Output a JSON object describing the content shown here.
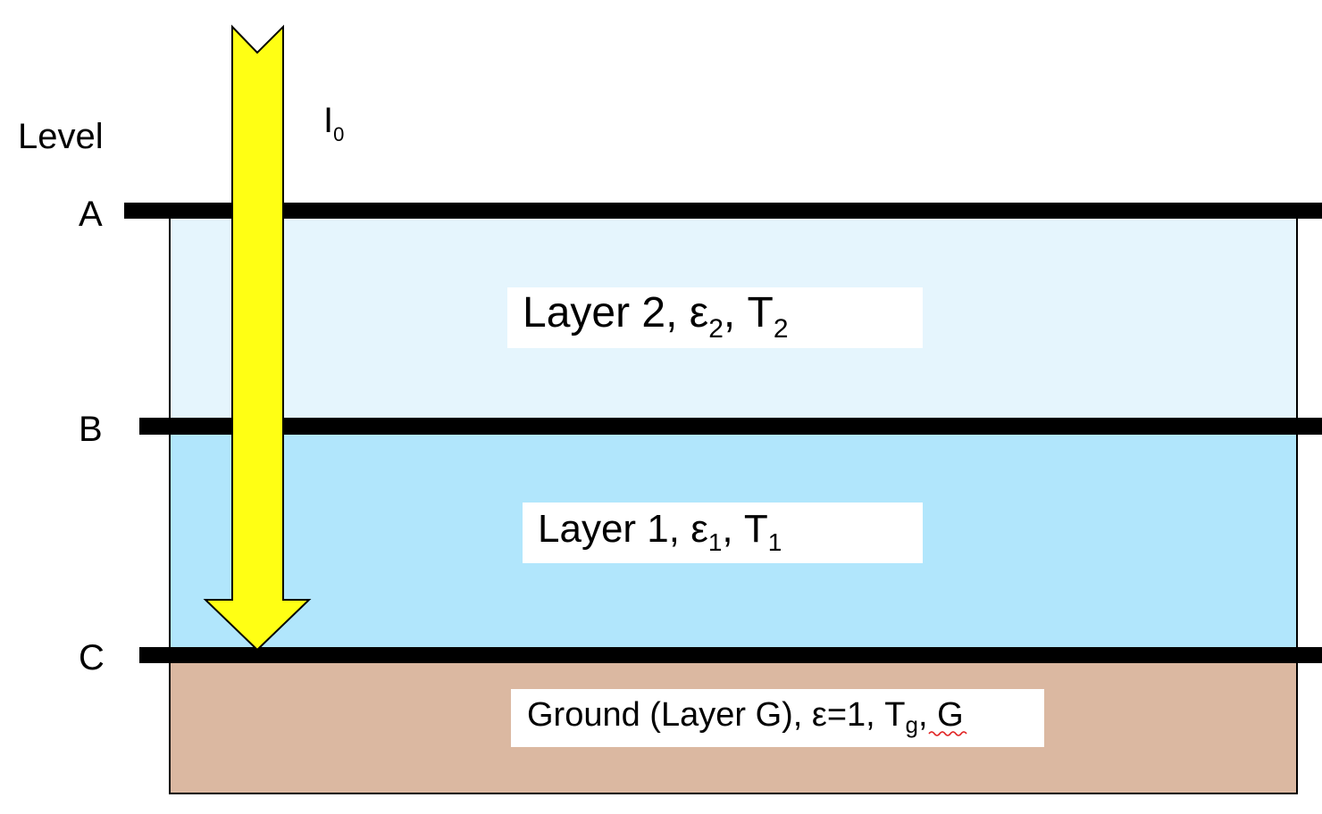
{
  "axis_title": "Level",
  "levels": {
    "a": "A",
    "b": "B",
    "c": "C"
  },
  "incoming_radiation": {
    "symbol": "I",
    "subscript": "0"
  },
  "layer2": {
    "prefix": "Layer 2, ",
    "epsilon": "ε",
    "epsilon_sub": "2",
    "sep": ", ",
    "temp": "T",
    "temp_sub": "2"
  },
  "layer1": {
    "prefix": "Layer 1, ",
    "epsilon": "ε",
    "epsilon_sub": "1",
    "sep": ", ",
    "temp": "T",
    "temp_sub": "1"
  },
  "ground": {
    "prefix": "Ground (Layer G), ε=1, ",
    "temp": "T",
    "temp_sub": "g",
    "suffix": ", G"
  },
  "colors": {
    "layer2_fill": "#e5f5fd",
    "layer1_fill": "#b1e6fc",
    "ground_fill": "#dbb8a1",
    "arrow_fill": "#ffff14",
    "level_line": "#000000",
    "spellcheck": "#e02020"
  }
}
